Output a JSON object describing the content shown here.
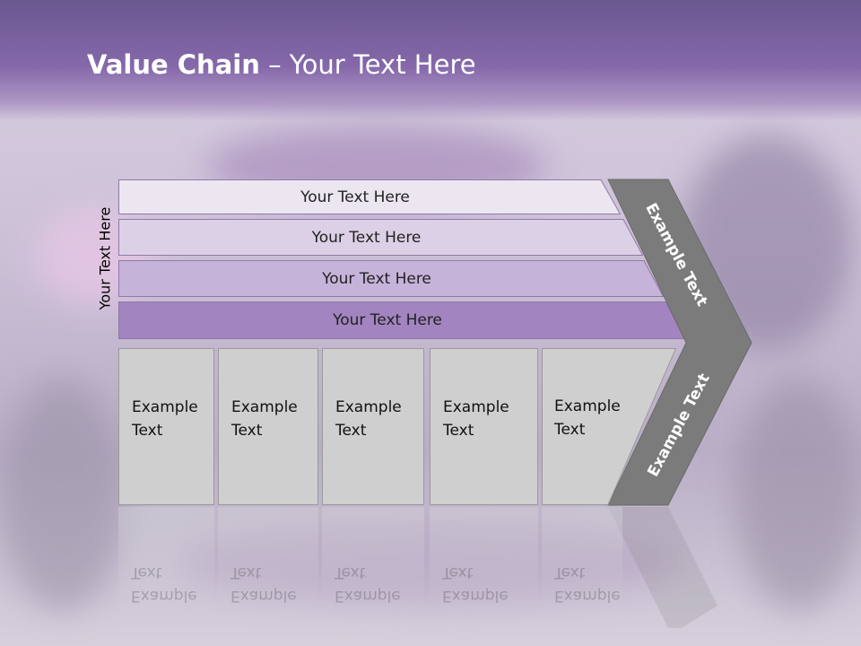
{
  "title": {
    "bold": "Value Chain",
    "rest": " – Your Text Here"
  },
  "side_label": "Your Text Here",
  "rows": [
    {
      "label": "Your Text Here",
      "color": "#ece6f1"
    },
    {
      "label": "Your Text Here",
      "color": "#dcd0e6"
    },
    {
      "label": "Your Text Here",
      "color": "#c6b3da"
    },
    {
      "label": "Your Text Here",
      "color": "#a284c0"
    }
  ],
  "boxes": [
    {
      "label": "Example Text"
    },
    {
      "label": "Example Text"
    },
    {
      "label": "Example Text"
    },
    {
      "label": "Example Text"
    },
    {
      "label": "Example Text"
    }
  ],
  "chevron": {
    "top_label": "Example Text",
    "bottom_label": "Example Text",
    "color": "#7b7b7b"
  },
  "colors": {
    "header": "#7a5fa0",
    "box": "#cfcfcf"
  }
}
